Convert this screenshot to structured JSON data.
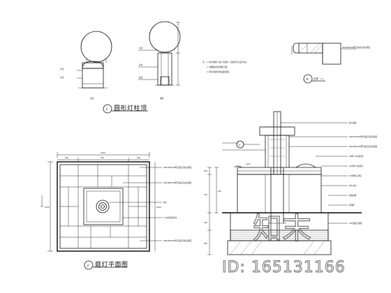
{
  "views": {
    "elevation_title": "圆形灯柱顶",
    "elevation_number": "1",
    "plan_title": "庭灯平面图",
    "plan_number": "2",
    "detail_title": "大样",
    "detail_letter": "A",
    "detail_scale": "1:5",
    "front_label": "立面",
    "side_label": "侧面"
  },
  "plan_dims": {
    "overall": "1500",
    "top_segments": [
      "400",
      "700",
      "400"
    ],
    "left_vertical": [
      "1500"
    ],
    "right_vertical": [
      "1500"
    ]
  },
  "section_dims": [
    "200",
    "700",
    "300",
    "500",
    "450",
    "1200"
  ],
  "notes": [
    "注：1. 灯柱详细尺寸由厂家提供，安装前须与设计核对。",
    "2. 基础做法见结构施工图。",
    "3. 所有金属件须热镀锌处理。"
  ],
  "plan_callouts": [
    "300X300X30厚芝麻灰花岗岩烧面",
    "400X800X30厚芝麻灰花岗岩烧面",
    "庭灯",
    "1:2水泥砂浆找平",
    "300X300X30厚芝麻灰花岗岩烧面"
  ],
  "section_callouts": [
    "庭灯成品",
    "300X300X30厚芝麻灰花岗岩烧面",
    "400X800X30厚芝麻灰花岗岩烧面",
    "30厚1:3水泥砂浆",
    "100厚C15混凝土",
    "150厚碎石垫层",
    "素土夯实",
    "防腐处理",
    "预埋件",
    "C20混凝土基础"
  ],
  "elevation_callouts": [
    "灯罩",
    "灯柱",
    "底座"
  ],
  "watermark": {
    "brand": "知末",
    "id": "ID: 165131166"
  }
}
